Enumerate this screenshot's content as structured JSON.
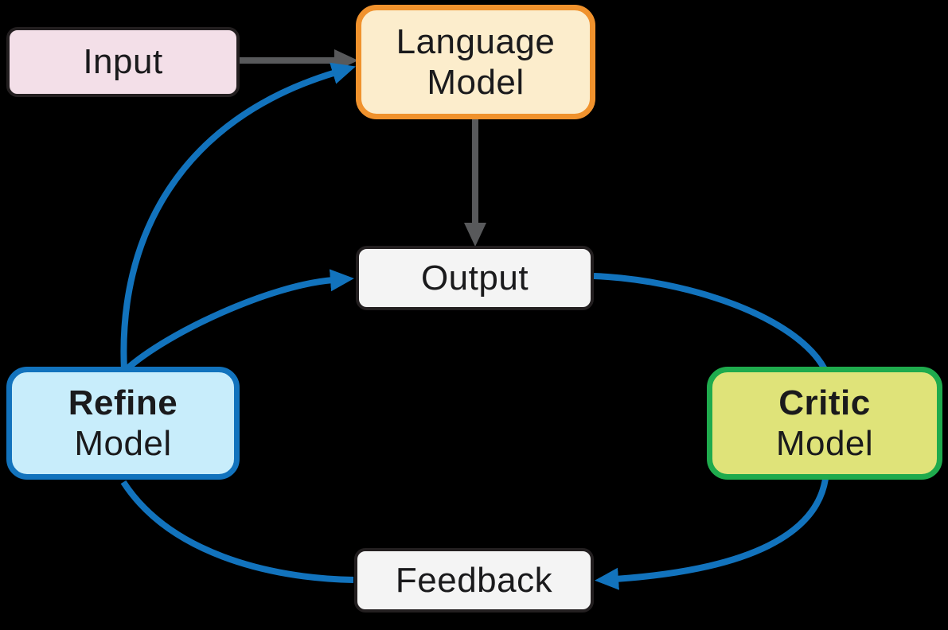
{
  "nodes": {
    "input": {
      "label": "Input"
    },
    "language_model": {
      "label_line1": "Language",
      "label_line2": "Model"
    },
    "output": {
      "label": "Output"
    },
    "refine_model": {
      "label_line1": "Refine",
      "label_line2": "Model"
    },
    "critic_model": {
      "label_line1": "Critic",
      "label_line2": "Model"
    },
    "feedback": {
      "label": "Feedback"
    }
  },
  "edges": [
    {
      "from": "input",
      "to": "language_model",
      "color": "#58595b",
      "arrowhead": true
    },
    {
      "from": "language_model",
      "to": "output",
      "color": "#58595b",
      "arrowhead": true
    },
    {
      "from": "refine_model",
      "to": "language_model",
      "color": "#1273bd",
      "arrowhead": true
    },
    {
      "from": "refine_model",
      "to": "output",
      "color": "#1273bd",
      "arrowhead": true
    },
    {
      "from": "output",
      "to": "critic_model",
      "color": "#1273bd",
      "arrowhead": false
    },
    {
      "from": "critic_model",
      "to": "feedback",
      "color": "#1273bd",
      "arrowhead": true
    },
    {
      "from": "feedback",
      "to": "refine_model",
      "color": "#1273bd",
      "arrowhead": false
    }
  ],
  "colors": {
    "background": "#000000",
    "arrow_gray": "#58595b",
    "arrow_blue": "#1273bd",
    "text": "#1a1a1c",
    "input_fill": "#f3dfe8",
    "input_border": "#231f20",
    "language_model_fill": "#fcedcc",
    "language_model_border": "#f0922d",
    "output_fill": "#f4f4f4",
    "output_border": "#231f20",
    "refine_model_fill": "#c8edfb",
    "refine_model_border": "#1273bd",
    "critic_model_fill": "#dfe379",
    "critic_model_border": "#1fab4d",
    "feedback_fill": "#f4f4f4",
    "feedback_border": "#231f20"
  }
}
